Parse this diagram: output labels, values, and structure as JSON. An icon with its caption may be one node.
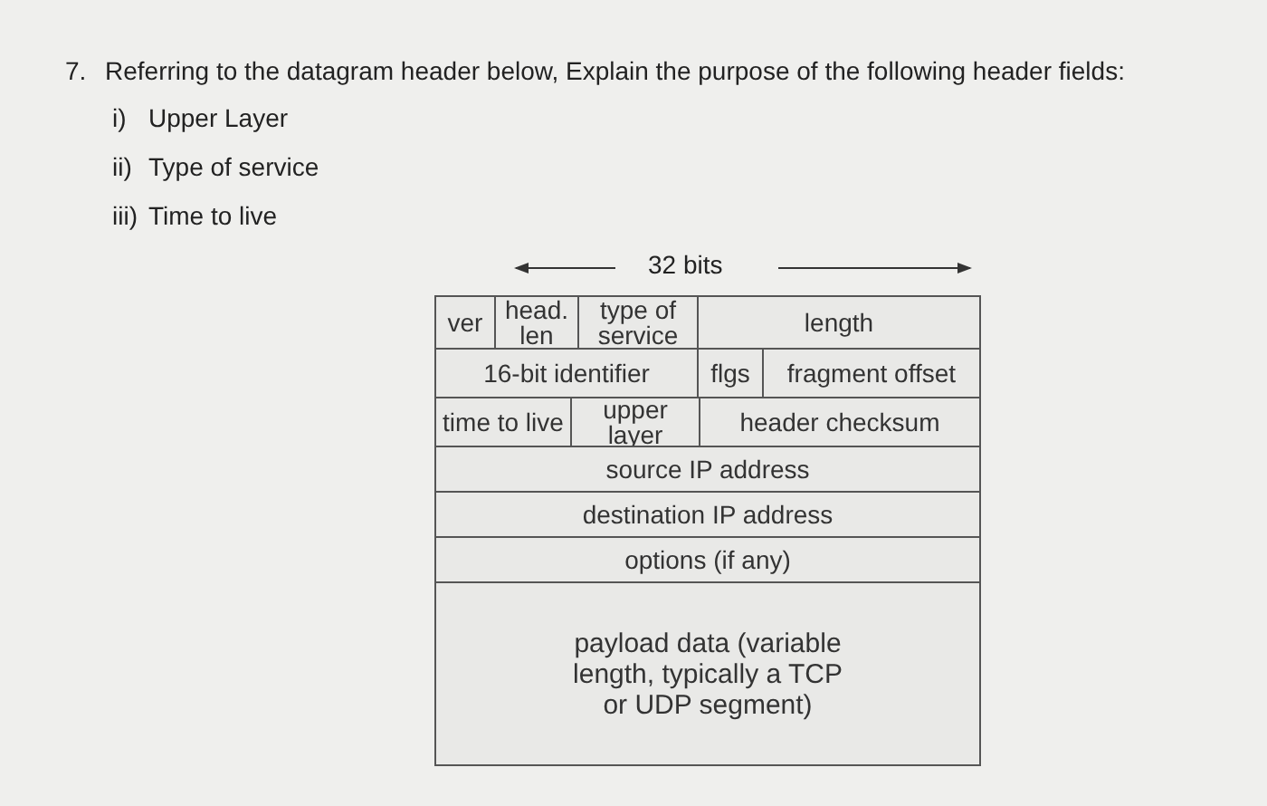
{
  "diagram": {
    "labels": [
      "7.",
      "Referring to the datagram header below, Explain the purpose of the following header fields:",
      "i)",
      "Upper Layer",
      "ii)",
      "Type of service",
      "iii)",
      "Time to live",
      "32 bits",
      "ver",
      "head. len",
      "type of service",
      "length",
      "16-bit identifier",
      "flgs",
      "fragment offset",
      "time to live",
      "upper layer",
      "header checksum",
      "source IP address",
      "destination IP address",
      "options (if any)",
      "payload data (variable length, typically a TCP or UDP segment)"
    ]
  }
}
